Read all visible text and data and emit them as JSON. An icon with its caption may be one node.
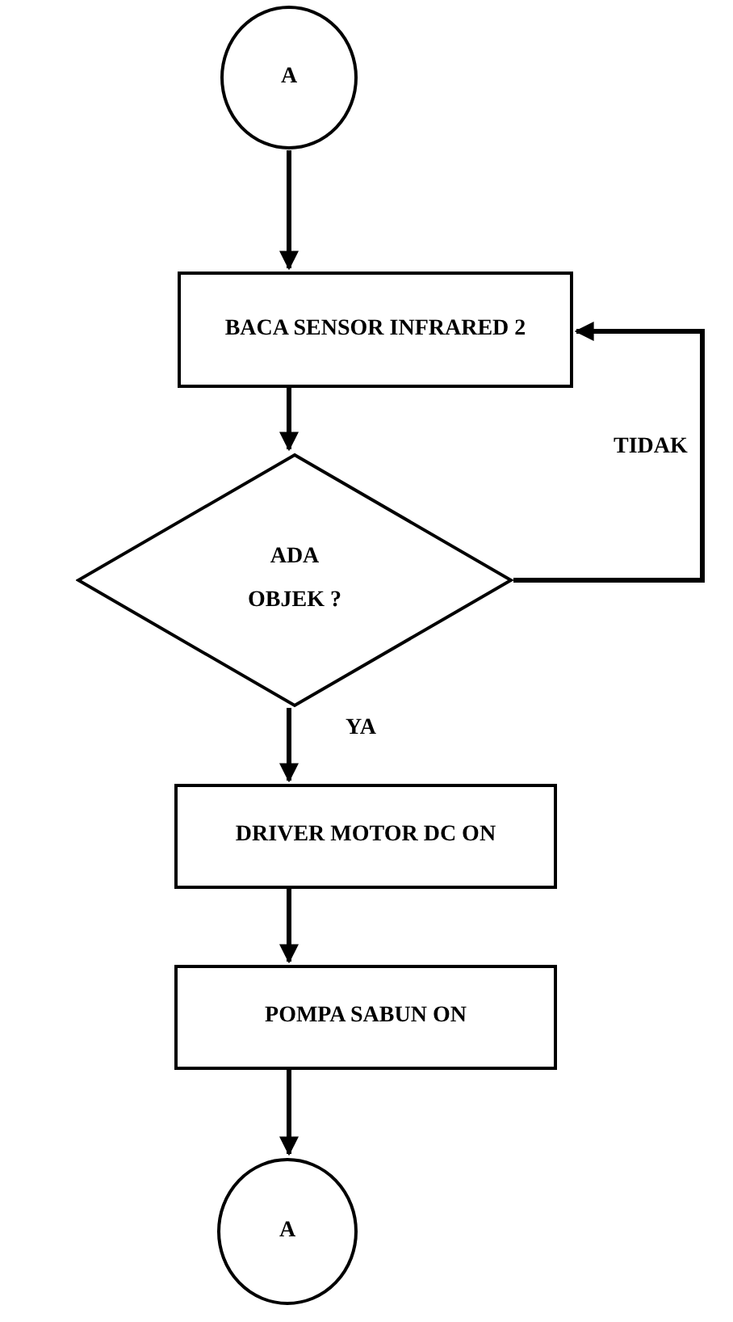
{
  "diagram": {
    "nodes": [
      {
        "text": [
          "A"
        ]
      },
      {
        "text": [
          "BACA SENSOR INFRARED 2"
        ]
      },
      {
        "text": [
          "ADA OBJEK ?"
        ]
      },
      {
        "text": [
          "DRIVER MOTOR DC ON"
        ]
      },
      {
        "text": [
          "POMPA SABUN ON"
        ]
      },
      {
        "text": [
          "A"
        ]
      }
    ],
    "edges": [
      {
        "from": 0,
        "to": 1,
        "arrow": "to"
      },
      {
        "from": 1,
        "to": 2,
        "arrow": "to"
      },
      {
        "from": 2,
        "to": 1,
        "arrow": "to",
        "label": "TIDAK"
      },
      {
        "from": 2,
        "to": 3,
        "arrow": "to",
        "label": "YA"
      },
      {
        "from": 3,
        "to": 4,
        "arrow": "to"
      },
      {
        "from": 4,
        "to": 5,
        "arrow": "to"
      }
    ]
  }
}
